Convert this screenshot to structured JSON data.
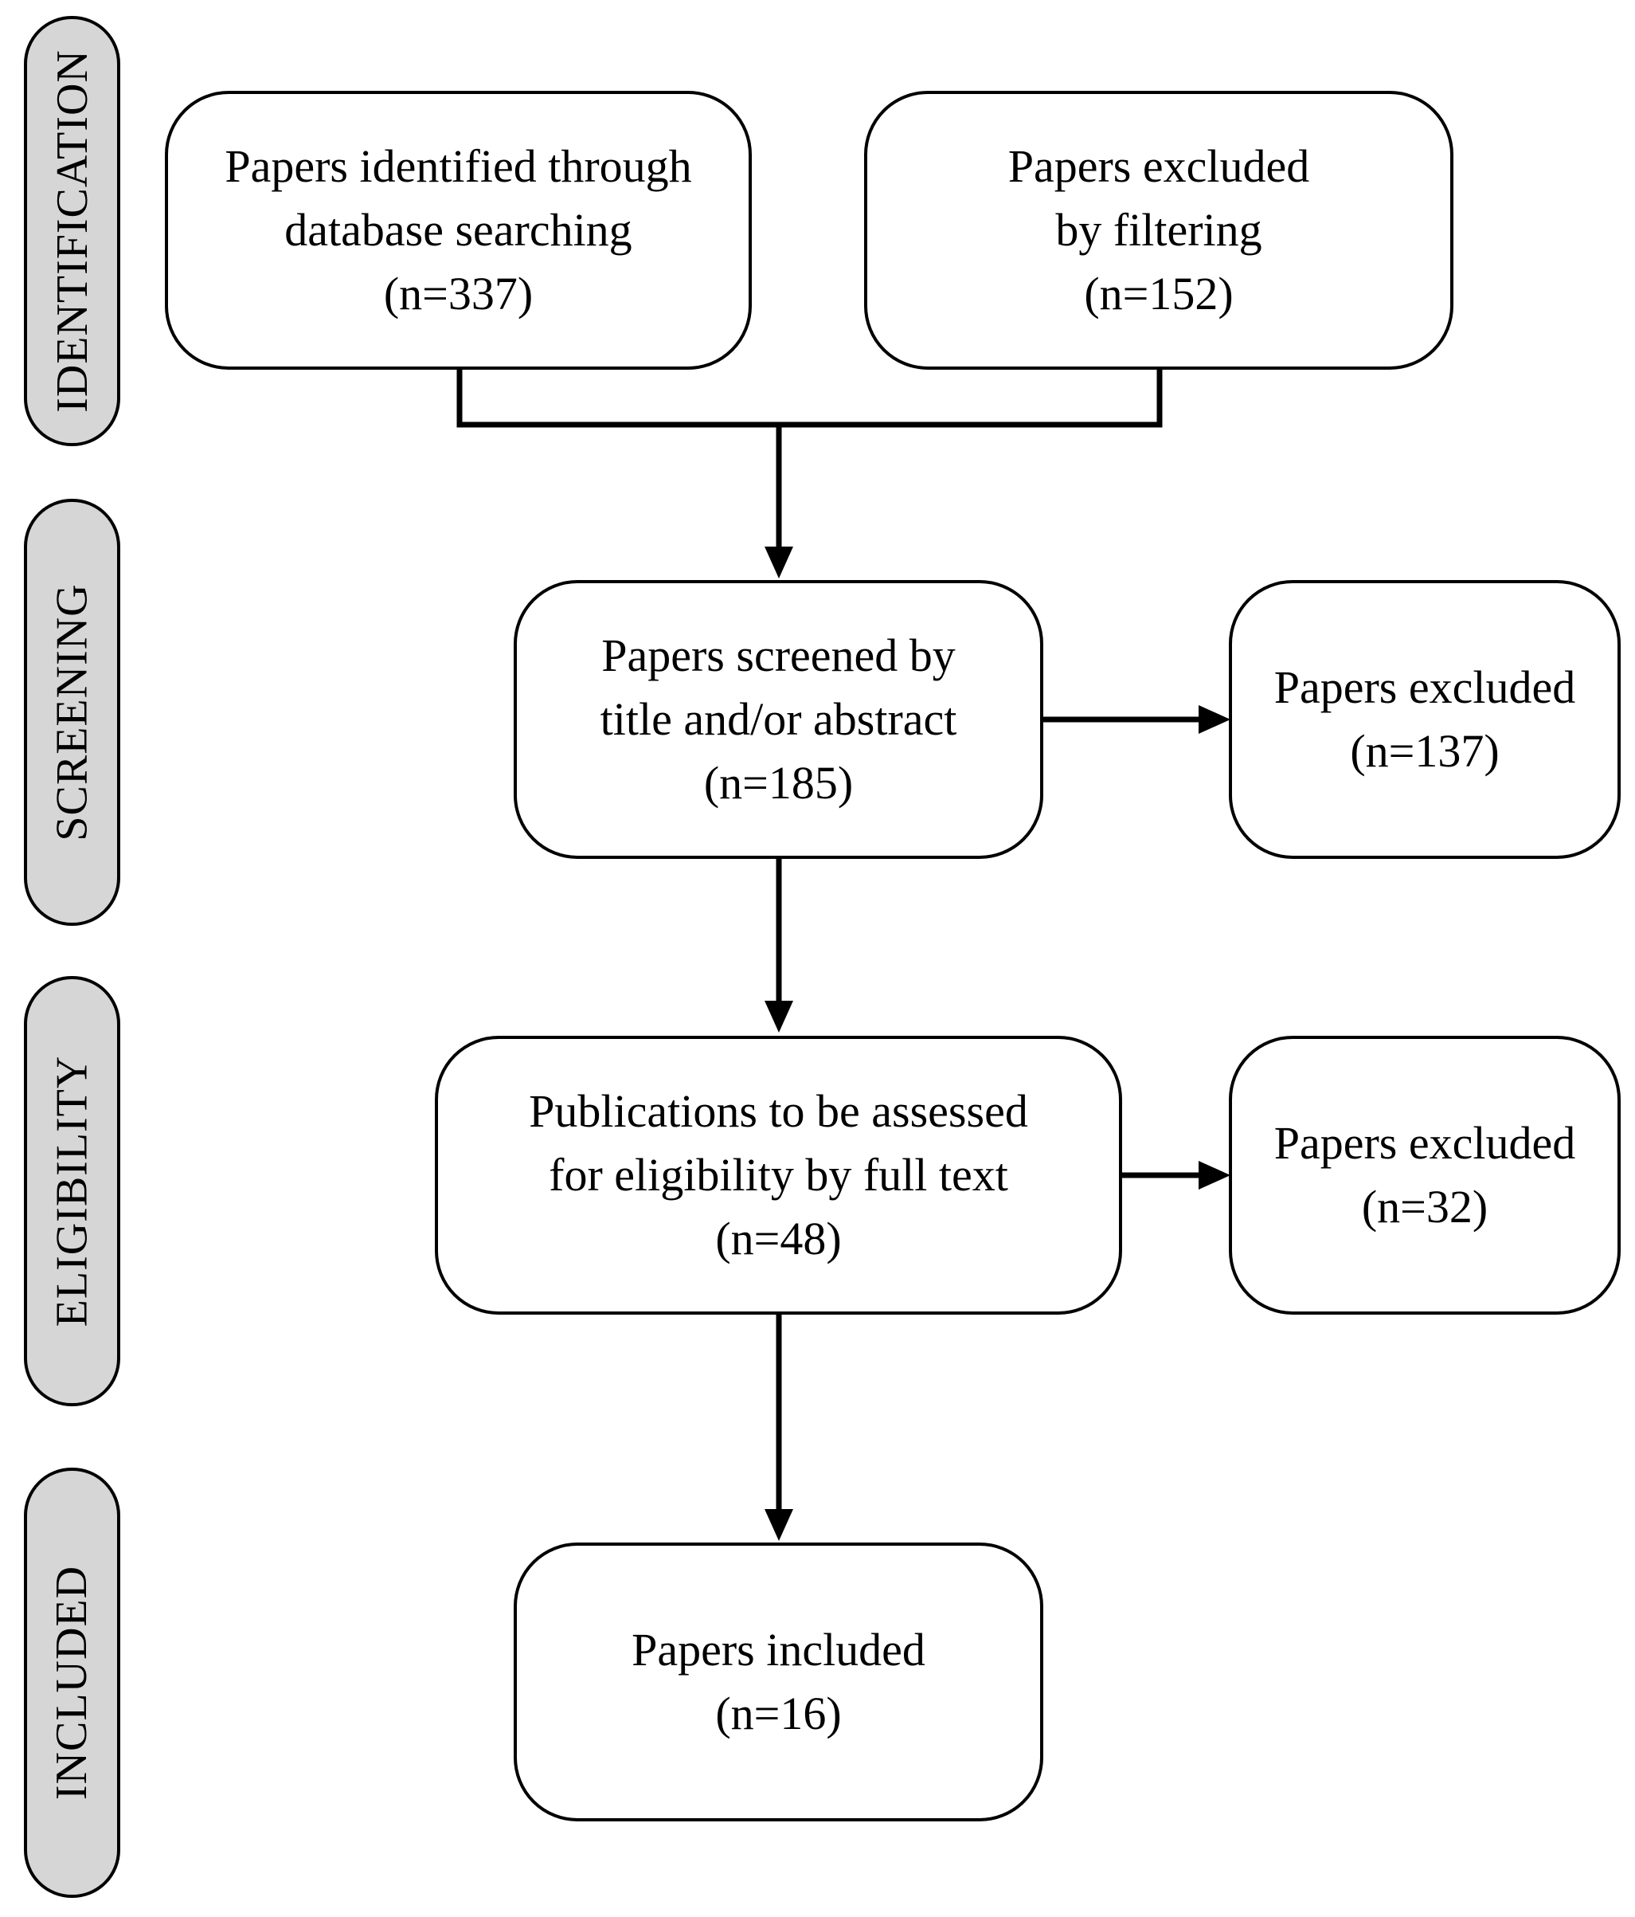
{
  "phases": {
    "identification": "IDENTIFICATION",
    "screening": "SCREENING",
    "eligibility": "ELIGIBILITY",
    "included": "INCLUDED"
  },
  "boxes": {
    "identified": {
      "line1": "Papers identified through",
      "line2": "database searching",
      "count": "(n=337)"
    },
    "filtered": {
      "line1": "Papers excluded",
      "line2": "by filtering",
      "count": "(n=152)"
    },
    "screened": {
      "line1": "Papers screened by",
      "line2": "title and/or abstract",
      "count": "(n=185)"
    },
    "screen_excluded": {
      "line1": "Papers excluded",
      "count": "(n=137)"
    },
    "eligibility": {
      "line1": "Publications to be assessed",
      "line2": "for eligibility by full text",
      "count": "(n=48)"
    },
    "eligibility_excluded": {
      "line1": "Papers excluded",
      "count": "(n=32)"
    },
    "included": {
      "line1": "Papers included",
      "count": "(n=16)"
    }
  },
  "colors": {
    "phase_fill": "#d6d6d6",
    "stroke": "#000000",
    "box_fill": "#ffffff"
  }
}
